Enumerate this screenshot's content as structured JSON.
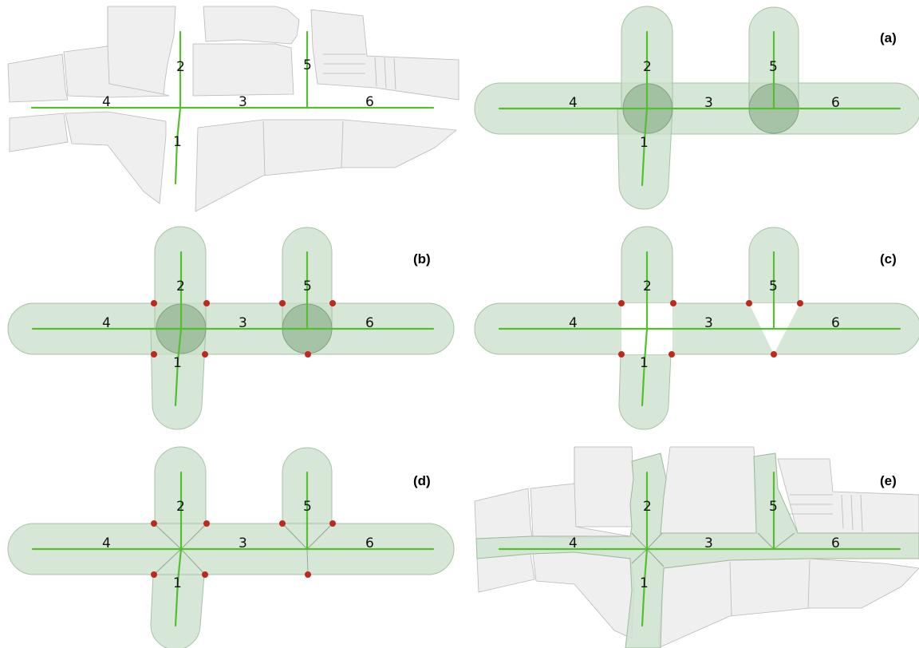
{
  "segment_labels": [
    "1",
    "2",
    "3",
    "4",
    "5",
    "6"
  ],
  "panels": [
    {
      "id": "base",
      "label": ""
    },
    {
      "id": "a",
      "label": "(a)"
    },
    {
      "id": "b",
      "label": "(b)"
    },
    {
      "id": "c",
      "label": "(c)"
    },
    {
      "id": "d",
      "label": "(d)"
    },
    {
      "id": "e",
      "label": "(e)"
    }
  ],
  "colors": {
    "road": "#52c02c",
    "buffer": "#c9dfc9",
    "intersection_buffer": "#7fa67f",
    "node": "#c0281e",
    "parcel": "#efefef"
  }
}
